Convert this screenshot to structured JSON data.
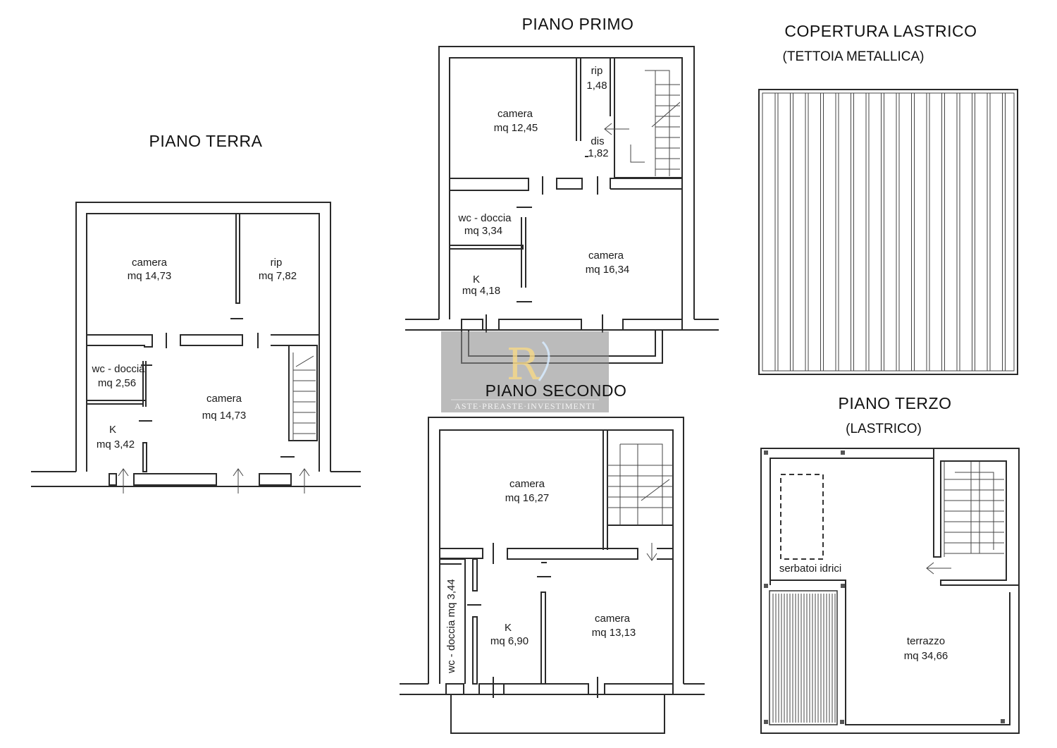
{
  "floors": {
    "terra": {
      "title": "PIANO TERRA",
      "rooms": [
        {
          "name": "camera",
          "area": "mq 14,73"
        },
        {
          "name": "rip",
          "area": "mq 7,82"
        },
        {
          "name": "wc - doccia",
          "area": "mq 2,56"
        },
        {
          "name": "camera",
          "area": "mq 14,73"
        },
        {
          "name": "K",
          "area": "mq 3,42"
        }
      ]
    },
    "primo": {
      "title": "PIANO  PRIMO",
      "rooms": [
        {
          "name": "rip",
          "area": "1,48"
        },
        {
          "name": "camera",
          "area": "mq 12,45"
        },
        {
          "name": "dis",
          "area": "1,82"
        },
        {
          "name": "wc - doccia",
          "area": "mq 3,34"
        },
        {
          "name": "camera",
          "area": "mq 16,34"
        },
        {
          "name": "K",
          "area": "mq 4,18"
        }
      ]
    },
    "secondo": {
      "title": "PIANO SECONDO",
      "rooms": [
        {
          "name": "camera",
          "area": "mq 16,27"
        },
        {
          "name": "wc - doccia  mq 3,44",
          "area": ""
        },
        {
          "name": "K",
          "area": "mq 6,90"
        },
        {
          "name": "camera",
          "area": "mq 13,13"
        }
      ]
    },
    "copertura": {
      "title": "COPERTURA  LASTRICO",
      "subtitle": "(TETTOIA  METALLICA)"
    },
    "terzo": {
      "title": "PIANO TERZO",
      "subtitle": "(LASTRICO)",
      "tanks_label": "serbatoi idrici",
      "rooms": [
        {
          "name": "terrazzo",
          "area": "mq 34,66"
        }
      ]
    }
  },
  "watermark": {
    "logo": "R",
    "text": "ASTE·PREASTE·INVESTIMENTI"
  }
}
